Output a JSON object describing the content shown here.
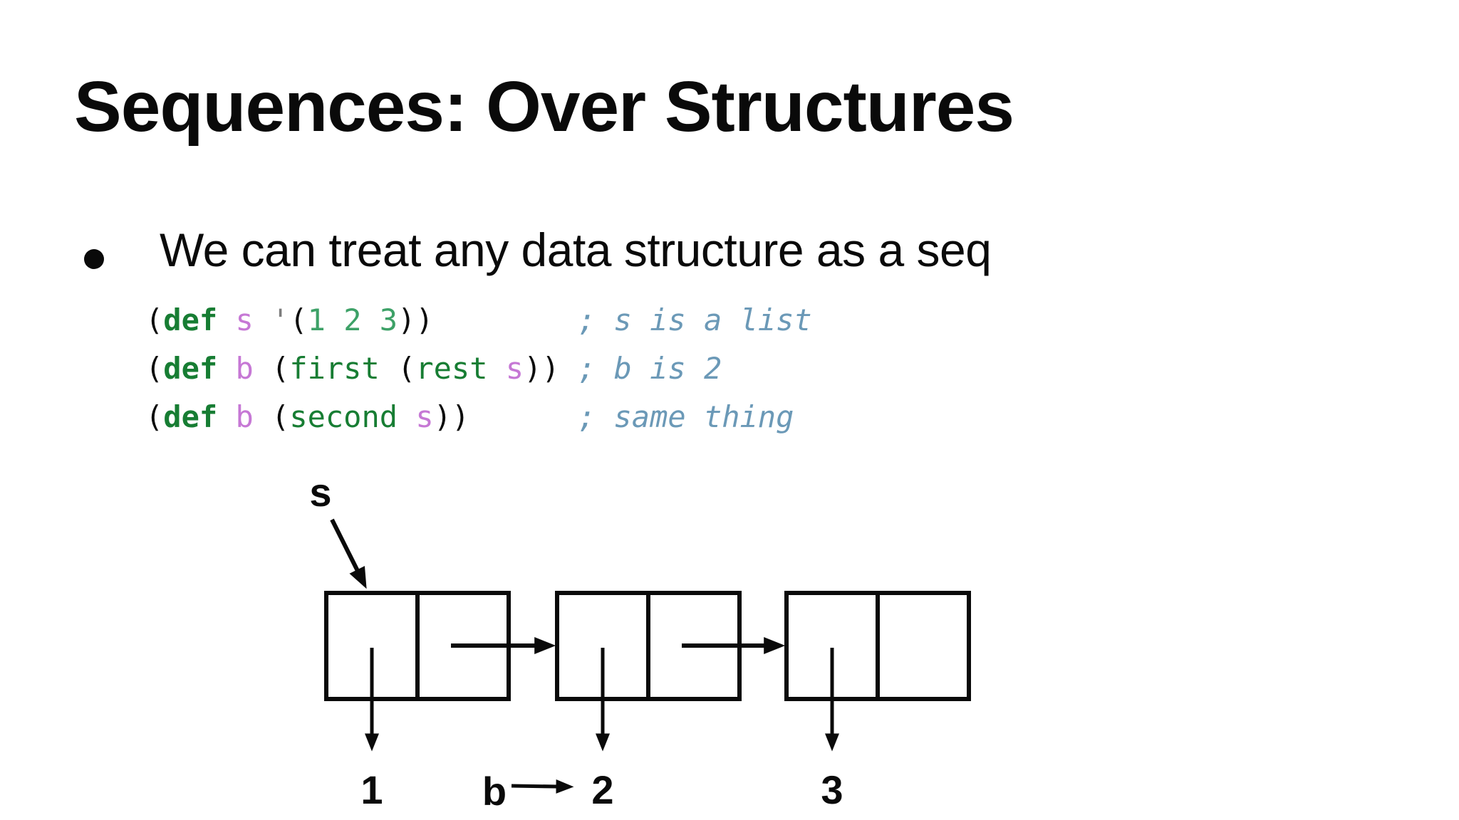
{
  "slide": {
    "title": "Sequences: Over Structures",
    "bullet": "We can treat any data structure as a seq"
  },
  "code": {
    "lines": [
      {
        "segments": [
          {
            "role": "paren",
            "text": "("
          },
          {
            "role": "kw",
            "text": "def"
          },
          {
            "role": "plain",
            "text": " "
          },
          {
            "role": "sym",
            "text": "s"
          },
          {
            "role": "plain",
            "text": " "
          },
          {
            "role": "quote",
            "text": "'"
          },
          {
            "role": "paren",
            "text": "("
          },
          {
            "role": "num",
            "text": "1 2 3"
          },
          {
            "role": "paren",
            "text": "))"
          },
          {
            "role": "plain",
            "text": "        "
          },
          {
            "role": "comment",
            "text": "; s is a list"
          }
        ]
      },
      {
        "segments": [
          {
            "role": "paren",
            "text": "("
          },
          {
            "role": "kw",
            "text": "def"
          },
          {
            "role": "plain",
            "text": " "
          },
          {
            "role": "sym",
            "text": "b"
          },
          {
            "role": "paren",
            "text": " ("
          },
          {
            "role": "fn",
            "text": "first"
          },
          {
            "role": "paren",
            "text": " ("
          },
          {
            "role": "fn",
            "text": "rest"
          },
          {
            "role": "plain",
            "text": " "
          },
          {
            "role": "sym",
            "text": "s"
          },
          {
            "role": "paren",
            "text": "))"
          },
          {
            "role": "plain",
            "text": " "
          },
          {
            "role": "comment",
            "text": "; b is 2"
          }
        ]
      },
      {
        "segments": [
          {
            "role": "paren",
            "text": "("
          },
          {
            "role": "kw",
            "text": "def"
          },
          {
            "role": "plain",
            "text": " "
          },
          {
            "role": "sym",
            "text": "b"
          },
          {
            "role": "paren",
            "text": " ("
          },
          {
            "role": "fn",
            "text": "second"
          },
          {
            "role": "plain",
            "text": " "
          },
          {
            "role": "sym",
            "text": "s"
          },
          {
            "role": "paren",
            "text": "))"
          },
          {
            "role": "plain",
            "text": "      "
          },
          {
            "role": "comment",
            "text": "; same thing"
          }
        ]
      }
    ]
  },
  "diagram": {
    "pointer_label": "s",
    "binding_label": "b",
    "cell_values": [
      "1",
      "2",
      "3"
    ]
  },
  "colors": {
    "ink": "#0a0a0a",
    "bg": "#ffffff",
    "kw": "#177d33",
    "num": "#3da167",
    "sym": "#c678d5",
    "comment": "#6b99b7",
    "quote": "#7d7d7d"
  }
}
